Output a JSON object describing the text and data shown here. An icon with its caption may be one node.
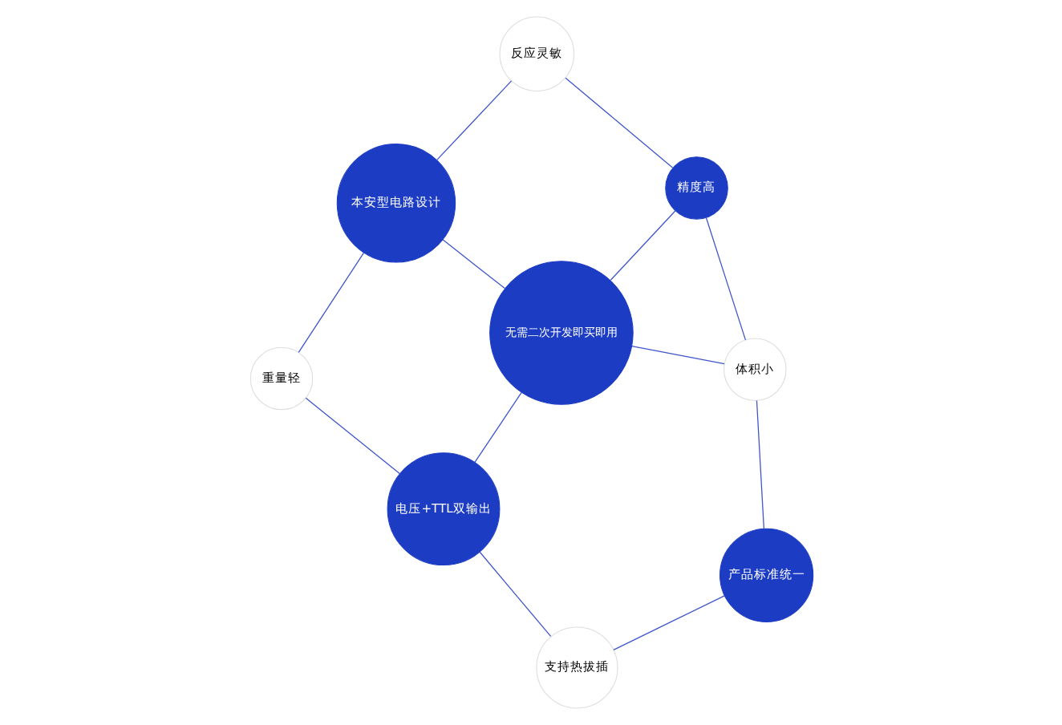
{
  "diagram": {
    "nodes": [
      {
        "text": [
          "无需二次开发即买即用"
        ]
      },
      {
        "text": [
          "精度高"
        ]
      },
      {
        "text": [
          "体积小"
        ]
      },
      {
        "text": [
          "反应灵敏"
        ]
      },
      {
        "text": [
          "产品标准统一"
        ]
      },
      {
        "text": [
          "本安型电路设计"
        ]
      },
      {
        "text": [
          "支持热拔插"
        ]
      },
      {
        "text": [
          "电压+TTL双输出"
        ]
      },
      {
        "text": [
          "重量轻"
        ]
      }
    ],
    "edges": [
      {
        "from": 2,
        "to": 1,
        "arrow": "none"
      },
      {
        "from": 1,
        "to": 3,
        "arrow": "none"
      },
      {
        "from": 3,
        "to": 5,
        "arrow": "none"
      },
      {
        "from": 0,
        "to": 2,
        "arrow": "none"
      },
      {
        "from": 2,
        "to": 4,
        "arrow": "none"
      },
      {
        "from": 4,
        "to": 6,
        "arrow": "none"
      },
      {
        "from": 6,
        "to": 7,
        "arrow": "none"
      },
      {
        "from": 7,
        "to": 0,
        "arrow": "none"
      },
      {
        "from": 1,
        "to": 0,
        "arrow": "none"
      },
      {
        "from": 0,
        "to": 5,
        "arrow": "none"
      },
      {
        "from": 5,
        "to": 8,
        "arrow": "none"
      },
      {
        "from": 8,
        "to": 7,
        "arrow": "none"
      }
    ]
  }
}
